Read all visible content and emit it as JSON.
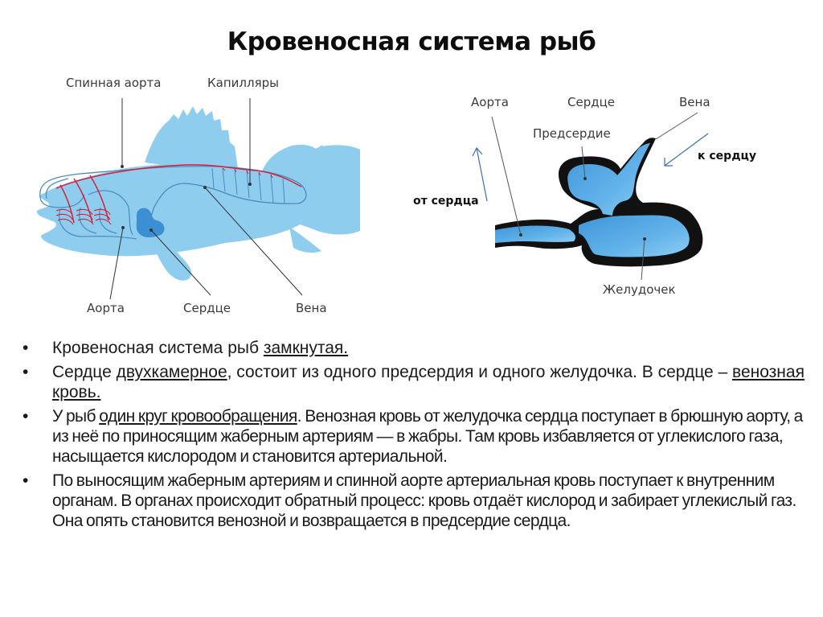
{
  "title": "Кровеносная система рыб",
  "fish_diagram": {
    "labels": {
      "dorsal_aorta": "Спинная аорта",
      "capillaries": "Капилляры",
      "aorta": "Аорта",
      "heart": "Сердце",
      "vein": "Вена"
    },
    "colors": {
      "body": "#8fcdee",
      "artery": "#d61f3c",
      "vein": "#4a8bbf",
      "heart": "#3d8fd4"
    }
  },
  "heart_diagram": {
    "labels": {
      "aorta": "Аорта",
      "heart": "Сердце",
      "vein": "Вена",
      "atrium": "Предсердие",
      "ventricle": "Желудочек",
      "from_heart": "от  сердца",
      "to_heart": "к  сердцу"
    },
    "colors": {
      "chamber": "#4ba4e2",
      "wall": "#111111",
      "arrow": "#3b6fb6"
    }
  },
  "bullets": [
    {
      "parts": [
        {
          "t": "Кровеносная система рыб "
        },
        {
          "t": "замкнутая. ",
          "u": true
        }
      ]
    },
    {
      "parts": [
        {
          "t": "Сердце "
        },
        {
          "t": "двухкамерное",
          "u": true
        },
        {
          "t": ", состоит из одного предсердия и одного желудочка. В сердце – "
        },
        {
          "t": "венозная кровь.",
          "u": true
        }
      ]
    },
    {
      "parts": [
        {
          "t": "У рыб "
        },
        {
          "t": "один круг кровообращения",
          "u": true
        },
        {
          "t": ".  Венозная кровь от желудочка сердца поступает в брюшную аорту, а из неё по приносящим жаберным артериям — в жабры. Там кровь избавляется от углекислого газа, насыщается кислородом и становится артериальной."
        }
      ]
    },
    {
      "parts": [
        {
          "t": "По выносящим жаберным артериям и спинной аорте артериальная кровь поступает к внутренним органам. В органах происходит обратный процесс: кровь отдаёт кислород и забирает углекислый газ. Она опять становится венозной и возвращается в предсердие сердца."
        }
      ]
    }
  ],
  "bullet_symbol": "•"
}
